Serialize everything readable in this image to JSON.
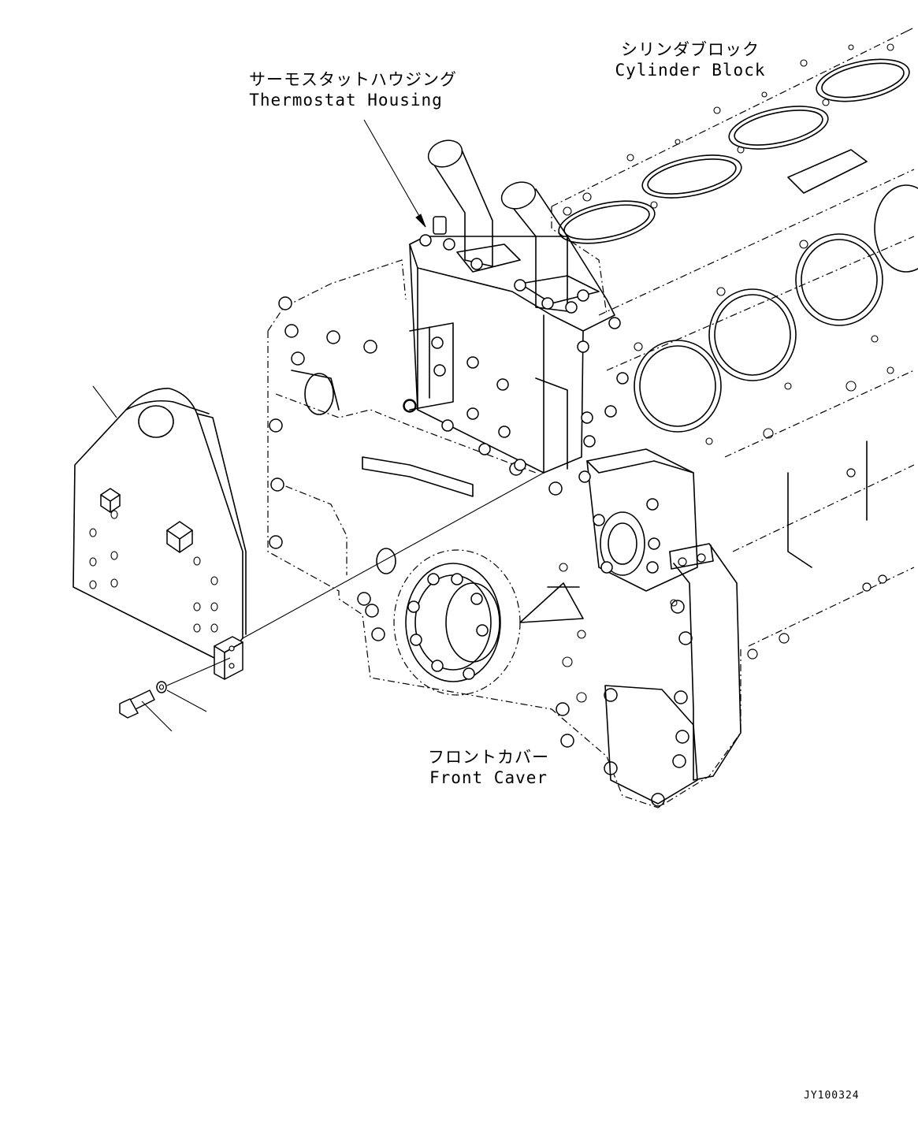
{
  "labels": {
    "cylinder_block_ja": "シリンダブロック",
    "cylinder_block_en": "Cylinder Block",
    "thermostat_housing_ja": "サーモスタットハウジング",
    "thermostat_housing_en": "Thermostat Housing",
    "front_cover_ja": "フロントカバー",
    "front_cover_en": "Front Caver"
  },
  "drawing_id": "JY100324",
  "colors": {
    "line": "#000000",
    "background": "#ffffff"
  }
}
